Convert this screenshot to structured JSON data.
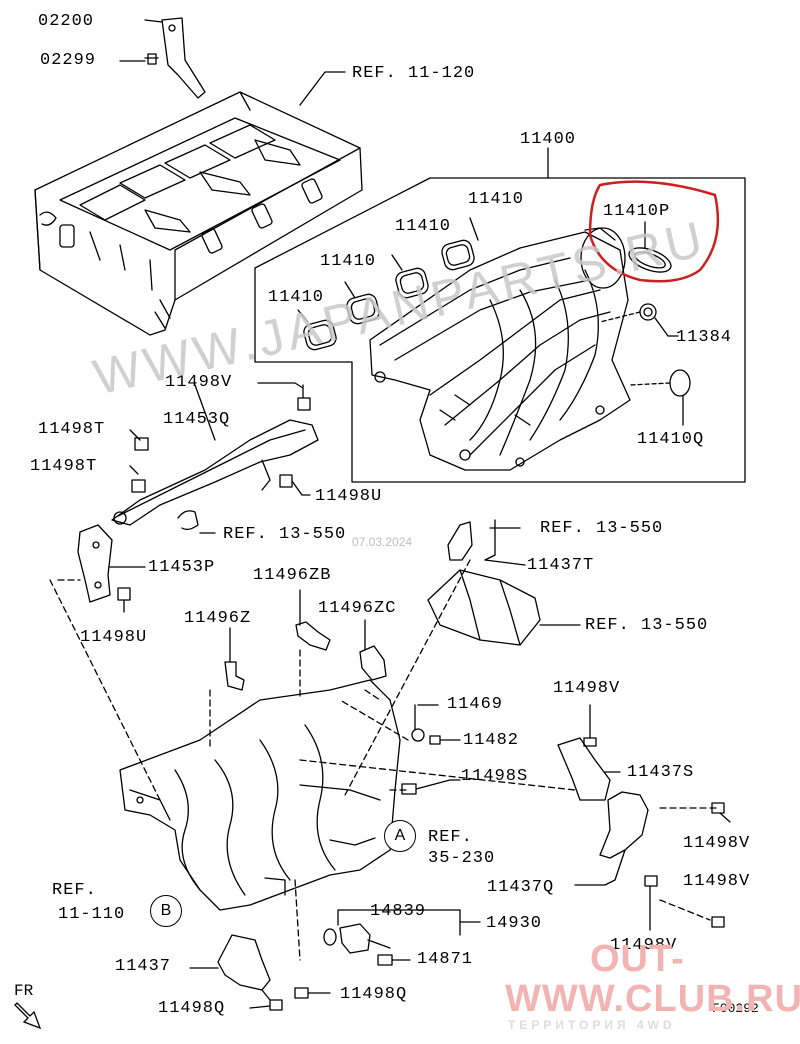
{
  "labels": {
    "p02200": "02200",
    "p02299": "02299",
    "ref11_120": "REF. 11-120",
    "p11400": "11400",
    "p11410_a": "11410",
    "p11410_b": "11410",
    "p11410_c": "11410",
    "p11410_d": "11410",
    "p11410P": "11410P",
    "p11384": "11384",
    "p11410Q": "11410Q",
    "p11498V_top": "11498V",
    "p11453Q": "11453Q",
    "p11498T_a": "11498T",
    "p11498T_b": "11498T",
    "p11498U_top": "11498U",
    "ref13_550_a": "REF. 13-550",
    "ref13_550_b": "REF. 13-550",
    "p11437T": "11437T",
    "ref13_550_c": "REF. 13-550",
    "p11453P": "11453P",
    "p11498U_bot": "11498U",
    "p11496ZB": "11496ZB",
    "p11496Z": "11496Z",
    "p11496ZC": "11496ZC",
    "p11498V_mid": "11498V",
    "p11469": "11469",
    "p11482": "11482",
    "p11437S": "11437S",
    "p11498S": "11498S",
    "ref35_230_a": "REF.",
    "ref35_230_b": "35-230",
    "p11498V_r1": "11498V",
    "p11498V_r2": "11498V",
    "ref11_110_a": "REF.",
    "ref11_110_b": "11-110",
    "p11437Q": "11437Q",
    "p14839": "14839",
    "p14930": "14930",
    "p14871": "14871",
    "p11498V_bot": "11498V",
    "p11437": "11437",
    "p11498Q_a": "11498Q",
    "p11498Q_b": "11498Q",
    "circleA": "A",
    "circleB": "B",
    "fr": "FR",
    "figcode": "F00292"
  },
  "watermark": {
    "main": "WWW.JAPANPARTS.RU",
    "date": "07.03.2024",
    "brand_line1": "OUT-",
    "brand_line2": "WWW.CLUB.RU",
    "brand_sub": "ТЕРРИТОРИЯ 4WD"
  },
  "colors": {
    "line": "#000000",
    "highlight": "#cc1f1f",
    "watermark": "#c8c8c8",
    "brand": "#f2b3b3"
  }
}
